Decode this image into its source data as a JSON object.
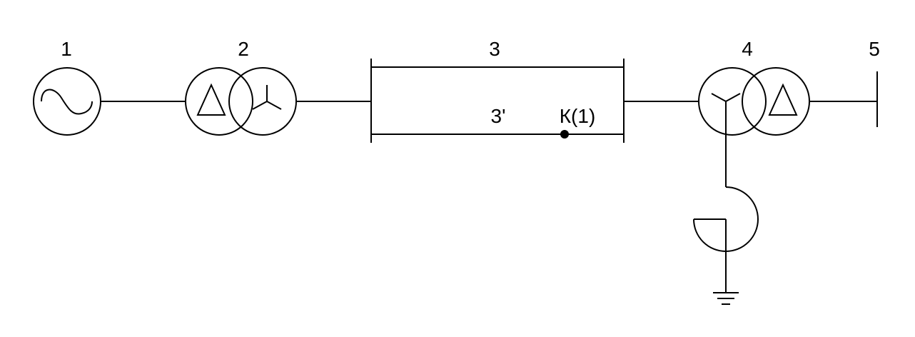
{
  "labels": {
    "generator": "1",
    "transformer_left": "2",
    "line": "3",
    "transformer_right": "4",
    "busbar": "5",
    "line_prime": "3'",
    "fault": "К(1)"
  },
  "colors": {
    "ink": "#000000",
    "background": "#ffffff"
  },
  "icons": {
    "generator": "ac-source-icon",
    "delta_winding": "delta-winding-icon",
    "wye_winding": "wye-winding-icon",
    "reactor": "grounding-reactor-icon",
    "ground": "ground-icon"
  }
}
